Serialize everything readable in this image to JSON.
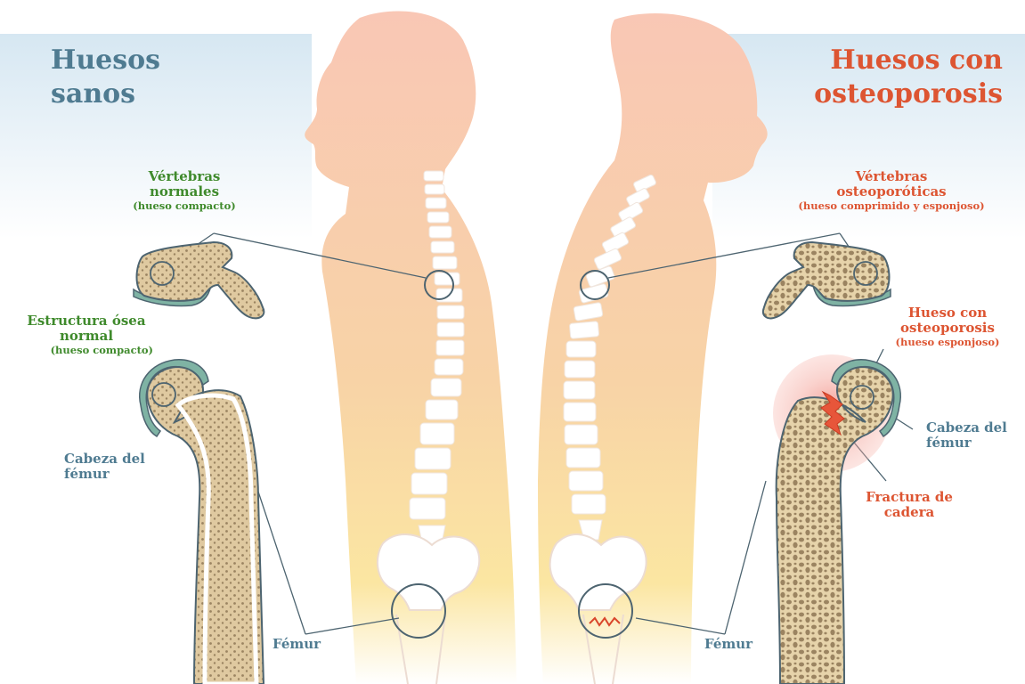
{
  "titles": {
    "healthy": "Huesos\nsanos",
    "osteo": "Huesos con\nosteoporosis"
  },
  "left_labels": {
    "vertebrae_title": "Vértebras\nnormales",
    "vertebrae_sub": "(hueso compacto)",
    "structure_title": "Estructura ósea\nnormal",
    "structure_sub": "(hueso compacto)",
    "femur_head": "Cabeza del\nfémur",
    "femur": "Fémur"
  },
  "right_labels": {
    "vertebrae_title": "Vértebras\nosteoporóticas",
    "vertebrae_sub": "(hueso comprimido y esponjoso)",
    "bone_title": "Hueso con\nosteoporosis",
    "bone_sub": "(hueso esponjoso)",
    "femur_head": "Cabeza del\nfémur",
    "fracture": "Fractura de\ncadera",
    "femur": "Fémur"
  },
  "colors": {
    "healthy_accent": "#3f8a2c",
    "osteo_accent": "#dd5532",
    "neutral_label": "#4f7b91",
    "body_silhouette": "#f7c6a8",
    "bone_fill": "#e3cfa4",
    "bone_outline": "#4d6470",
    "cartilage": "#7fb3a4",
    "sky": "#dbe9f2"
  }
}
